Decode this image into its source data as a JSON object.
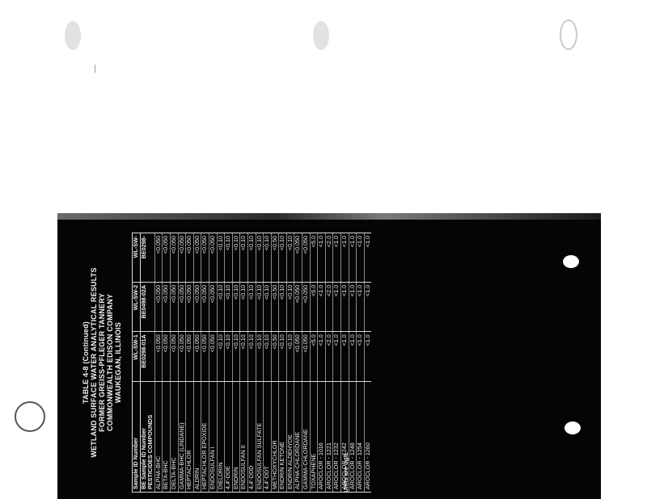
{
  "document": {
    "table_title": "TABLE 4-8 (Continued)",
    "subtitle_1": "WETLAND SURFACE WATER ANALYTICAL RESULTS",
    "subtitle_2": "FORMER GREISS-PFLEGER TANNERY",
    "subtitle_3": "COMMONWEALTH EDISON COMPANY",
    "subtitle_4": "WAUKEGAN, ILLINOIS",
    "header_rows": [
      {
        "label": "Sample ID Number",
        "cols": [
          "WL-SW-1",
          "WL-SW-2",
          "WL-SW-"
        ]
      },
      {
        "label": "BE Sample ID Number",
        "cols": [
          "BE0298-01A",
          "BE0498-02A",
          "BE0298-"
        ]
      }
    ],
    "section_label": "PESTICIDES COMPOUNDS",
    "rows": [
      {
        "label": "ALPHA-BHC",
        "cols": [
          "<0.050",
          "<0.050",
          "<0.050"
        ]
      },
      {
        "label": "BETA-BHC",
        "cols": [
          "<0.050",
          "<0.050",
          "<0.050"
        ]
      },
      {
        "label": "DELTA-BHC",
        "cols": [
          "<0.050",
          "<0.050",
          "<0.050"
        ]
      },
      {
        "label": "GAMMA-BHC (LINDANE)",
        "cols": [
          "<0.050",
          "<0.050",
          "<0.050"
        ]
      },
      {
        "label": "HEPTACHLOR",
        "cols": [
          "<0.050",
          "<0.050",
          "<0.050"
        ]
      },
      {
        "label": "ALDRIN",
        "cols": [
          "<0.050",
          "<0.050",
          "<0.050"
        ]
      },
      {
        "label": "HEPTACHLOR EPOXIDE",
        "cols": [
          "<0.050",
          "<0.050",
          "<0.050"
        ]
      },
      {
        "label": "ENDOSULFAN I",
        "cols": [
          "<0.050",
          "<0.050",
          "<0.050"
        ]
      },
      {
        "label": "DIELDRIN",
        "cols": [
          "<0.10",
          "<0.10",
          "<0.10"
        ]
      },
      {
        "label": "4,4'-DDE",
        "cols": [
          "<0.10",
          "<0.10",
          "<0.10"
        ]
      },
      {
        "label": "ENDRIN",
        "cols": [
          "<0.10",
          "<0.10",
          "<0.10"
        ]
      },
      {
        "label": "ENDOSULFAN II",
        "cols": [
          "<0.10",
          "<0.10",
          "<0.10"
        ]
      },
      {
        "label": "4,4'-DDD",
        "cols": [
          "<0.10",
          "<0.10",
          "<0.10"
        ]
      },
      {
        "label": "ENDOSULFAN SULFATE",
        "cols": [
          "<0.10",
          "<0.10",
          "<0.10"
        ]
      },
      {
        "label": "4,4'-DDT",
        "cols": [
          "<0.10",
          "<0.10",
          "<0.10"
        ]
      },
      {
        "label": "METHOXYCHLOR",
        "cols": [
          "<0.50",
          "<0.50",
          "<0.50"
        ]
      },
      {
        "label": "ENDRIN KETONE",
        "cols": [
          "<0.10",
          "<0.10",
          "<0.10"
        ]
      },
      {
        "label": "ENDRIN ALDEHYDE",
        "cols": [
          "<0.10",
          "<0.10",
          "<0.10"
        ]
      },
      {
        "label": "ALPHA-CHLORDANE",
        "cols": [
          "<0.050",
          "<0.050",
          "<0.050"
        ]
      },
      {
        "label": "GAMMA-CHLORDANE",
        "cols": [
          "<0.050",
          "<0.050",
          "<0.050"
        ]
      },
      {
        "label": "TOXAPHENE",
        "cols": [
          "<5.0",
          "<5.0",
          "<5.0"
        ]
      },
      {
        "label": "AROCLOR - 1016",
        "cols": [
          "<1.0",
          "<1.0",
          "<1.0"
        ]
      },
      {
        "label": "AROCLOR - 1221",
        "cols": [
          "<2.0",
          "<2.0",
          "<2.0"
        ]
      },
      {
        "label": "AROCLOR - 1232",
        "cols": [
          "<1.0",
          "<1.0",
          "<1.0"
        ]
      },
      {
        "label": "AROCLOR - 1242",
        "cols": [
          "<1.0",
          "<1.0",
          "<1.0"
        ]
      },
      {
        "label": "AROCLOR - 1248",
        "cols": [
          "<1.0",
          "<1.0",
          "<1.0"
        ]
      },
      {
        "label": "AROCLOR - 1254",
        "cols": [
          "<1.0",
          "<1.0",
          "<1.0"
        ]
      },
      {
        "label": "AROCLOR - 1260",
        "cols": [
          "<1.0",
          "<1.0",
          "<1.0"
        ]
      }
    ],
    "footnote": "Units are ug/L"
  }
}
